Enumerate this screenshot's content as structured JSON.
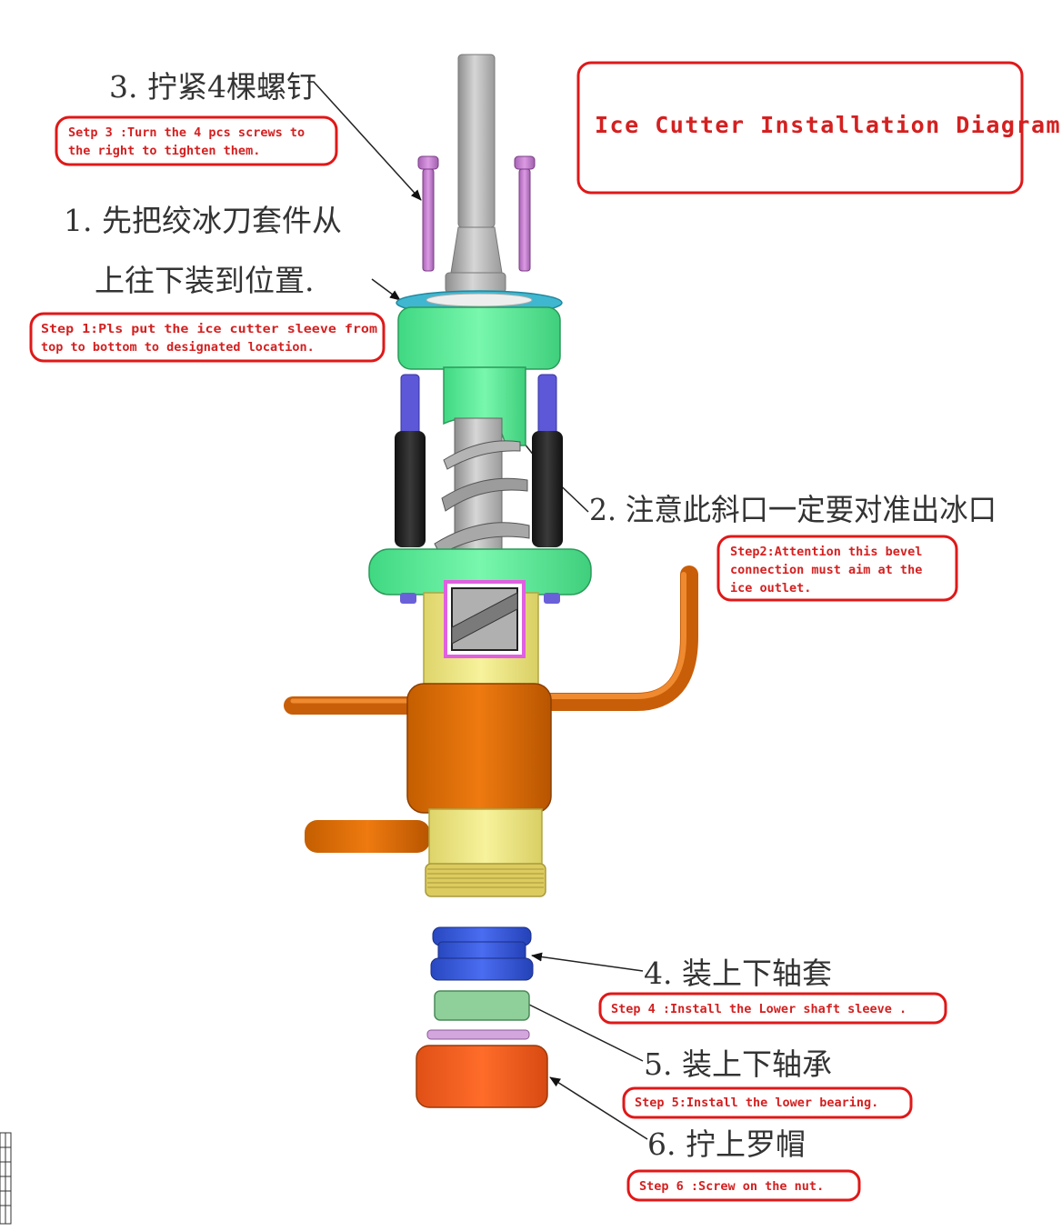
{
  "title": "Ice Cutter Installation Diagram",
  "steps": [
    {
      "cn": "3. 拧紧4棵螺钉",
      "en": [
        "Setp 3 :Turn the 4 pcs screws to",
        "the right to tighten them."
      ]
    },
    {
      "cn": [
        "1. 先把绞冰刀套件从",
        "上往下装到位置."
      ],
      "en": [
        "Step 1:Pls put the ice cutter sleeve from",
        "top to bottom to designated location."
      ]
    },
    {
      "cn": "2. 注意此斜口一定要对准出冰口",
      "en": [
        "Step2:Attention this bevel",
        "connection must aim at the",
        "ice outlet."
      ]
    },
    {
      "cn": "4. 装上下轴套",
      "en": [
        "Step 4 :Install the Lower shaft sleeve ."
      ]
    },
    {
      "cn": "5. 装上下轴承",
      "en": [
        "Step 5:Install the lower bearing."
      ]
    },
    {
      "cn": "6. 拧上罗帽",
      "en": [
        "Step 6 :Screw on the nut."
      ]
    }
  ],
  "colors": {
    "annotation_red": "#d42020",
    "housing_green": "#5ef29a",
    "flange_green": "#6fe07a",
    "body_yellow": "#f2ee8a",
    "collar_orange": "#e07000",
    "nut_orange": "#f06020",
    "sleeve_blue": "#3a5ad8",
    "bearing_green": "#8fcf9a",
    "screw_purple": "#c87fd0",
    "bolt_blue": "#6a60d8",
    "ring_cyan": "#3fb7d0"
  }
}
